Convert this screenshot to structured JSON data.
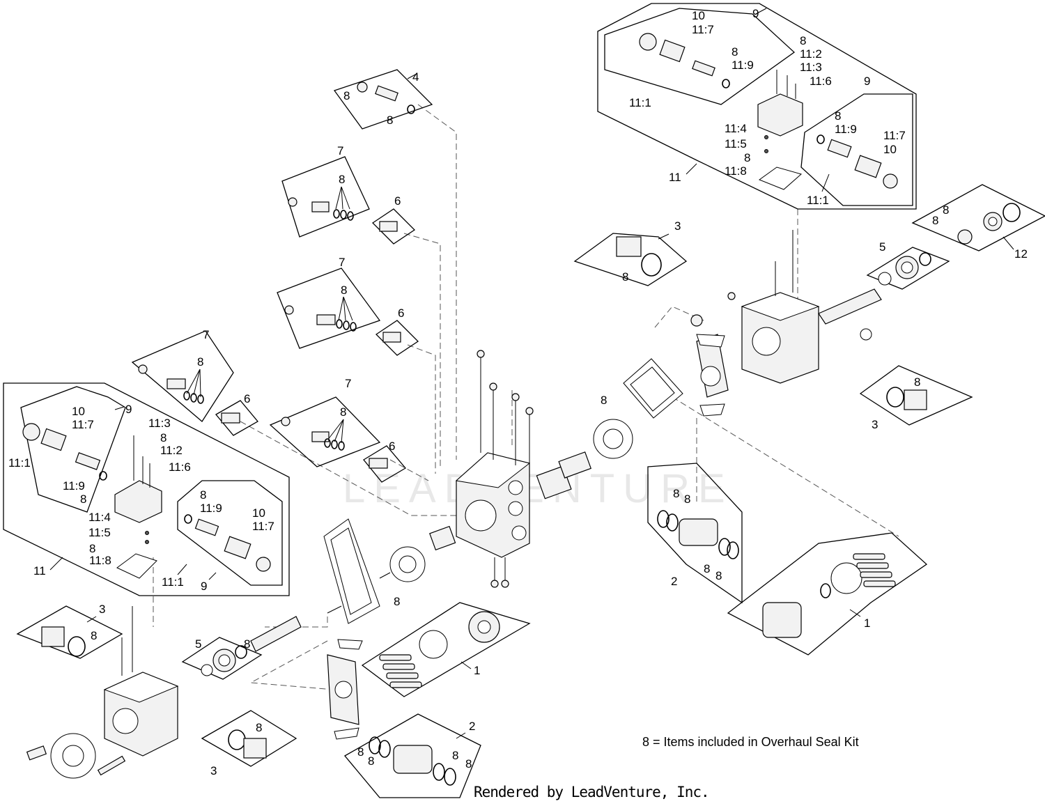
{
  "diagram": {
    "watermark": "LEADVENTURE",
    "note": "8 = Items included in Overhaul Seal Kit",
    "footer": "Rendered by LeadVenture, Inc.",
    "callouts": {
      "c_4": "4",
      "c_8_top_a": "8",
      "c_8_top_b": "8",
      "c_7_a": "7",
      "c_8_7a": "8",
      "c_6_a": "6",
      "c_7_b": "7",
      "c_8_7b": "8",
      "c_6_b": "6",
      "c_7_c": "7",
      "c_8_7c": "8",
      "c_6_c": "6",
      "c_7_d": "7",
      "c_8_7d": "8",
      "c_6_d": "6",
      "rt_9_top": "9",
      "rt_10_a": "10",
      "rt_11_7_a": "11:7",
      "rt_8_a": "8",
      "rt_11_9_a": "11:9",
      "rt_11_1_a": "11:1",
      "rt_8_b": "8",
      "rt_11_2": "11:2",
      "rt_11_3": "11:3",
      "rt_11_6": "11:6",
      "rt_9_inner": "9",
      "rt_8_c": "8",
      "rt_11_9_b": "11:9",
      "rt_11_7_b": "11:7",
      "rt_10_b": "10",
      "rt_11_4": "11:4",
      "rt_11_5": "11:5",
      "rt_8_d": "8",
      "rt_11_8": "11:8",
      "rt_11": "11",
      "rt_11_1_b": "11:1",
      "r_3_top": "3",
      "r_8_3top": "8",
      "r_5": "5",
      "r_12": "12",
      "r_8_12a": "8",
      "r_8_12b": "8",
      "r_8_gasket": "8",
      "r_8_3bot": "8",
      "r_3_bot": "3",
      "r_8_2a": "8",
      "r_8_2b": "8",
      "r_8_2c": "8",
      "r_8_2d": "8",
      "r_2": "2",
      "r_1": "1",
      "lt_9": "9",
      "lt_10_a": "10",
      "lt_11_7_a": "11:7",
      "lt_11_1_a": "11:1",
      "lt_11_9_a": "11:9",
      "lt_8_a": "8",
      "lt_11_3": "11:3",
      "lt_8_b": "8",
      "lt_11_2": "11:2",
      "lt_11_6": "11:6",
      "lt_8_c": "8",
      "lt_11_9_b": "11:9",
      "lt_10_b": "10",
      "lt_11_7_b": "11:7",
      "lt_11_4": "11:4",
      "lt_11_5": "11:5",
      "lt_8_d": "8",
      "lt_11_8": "11:8",
      "lt_11": "11",
      "lt_11_1_b": "11:1",
      "lt_9_b": "9",
      "l_8_gasket": "8",
      "l_3_top": "3",
      "l_8_3top": "8",
      "l_5": "5",
      "l_8_5": "8",
      "l_1": "1",
      "l_3_bot": "3",
      "l_8_3bot": "8",
      "l_2": "2",
      "l_8_2a": "8",
      "l_8_2b": "8",
      "l_8_2c": "8",
      "l_8_2d": "8"
    }
  }
}
